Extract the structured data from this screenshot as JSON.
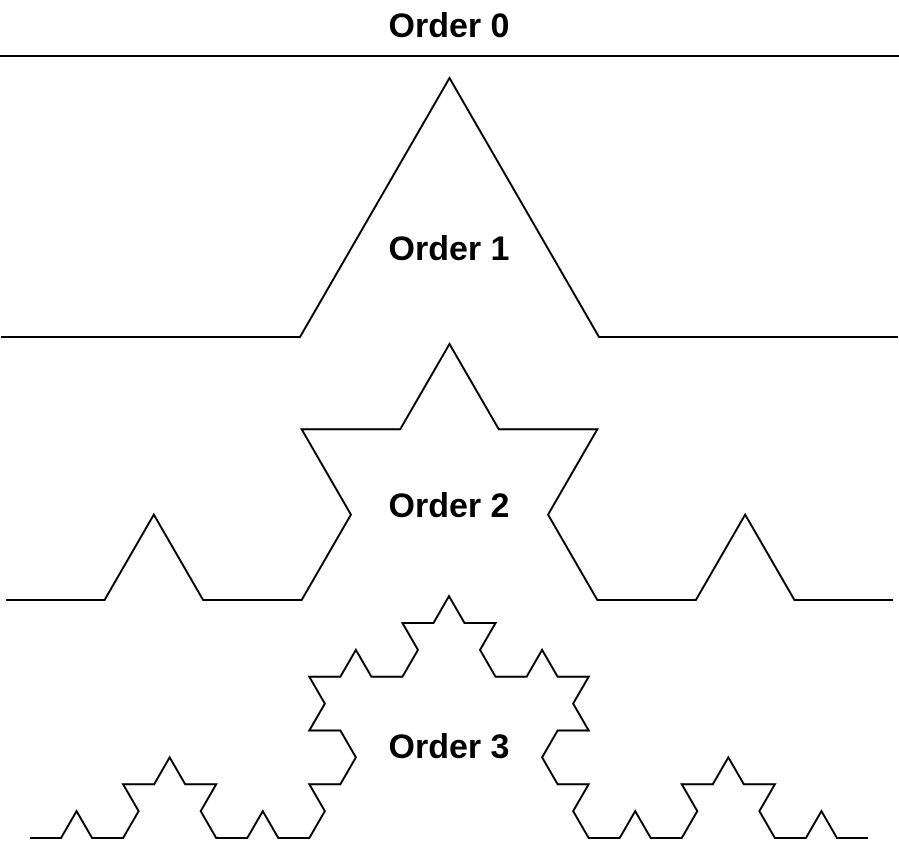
{
  "diagram": {
    "kind": "koch-curve-orders",
    "line_color": "#000000",
    "background_color": "#ffffff",
    "orders": [
      {
        "order": 0,
        "label": "Order 0"
      },
      {
        "order": 1,
        "label": "Order 1"
      },
      {
        "order": 2,
        "label": "Order 2"
      },
      {
        "order": 3,
        "label": "Order 3"
      }
    ]
  }
}
